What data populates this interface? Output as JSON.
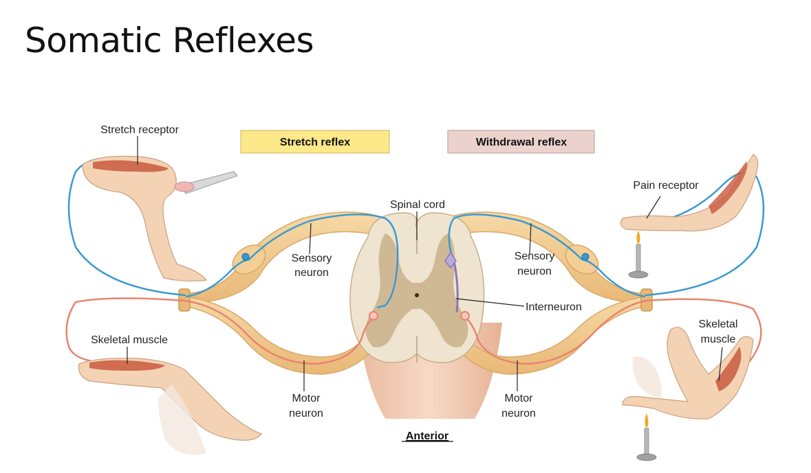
{
  "slide": {
    "title": "Somatic Reflexes"
  },
  "legend": {
    "stretch_reflex": "Stretch reflex",
    "withdrawal_reflex": "Withdrawal reflex",
    "stretch_color": "#fde88a",
    "withdrawal_color": "#ecd2cc"
  },
  "labels": {
    "stretch_receptor": "Stretch receptor",
    "pain_receptor": "Pain receptor",
    "spinal_cord": "Spinal cord",
    "sensory_neuron_left_1": "Sensory",
    "sensory_neuron_left_2": "neuron",
    "sensory_neuron_right_1": "Sensory",
    "sensory_neuron_right_2": "neuron",
    "interneuron": "Interneuron",
    "skeletal_muscle_left": "Skeletal muscle",
    "skeletal_muscle_right_1": "Skeletal",
    "skeletal_muscle_right_2": "muscle",
    "motor_neuron_left_1": "Motor",
    "motor_neuron_left_2": "neuron",
    "motor_neuron_right_1": "Motor",
    "motor_neuron_right_2": "neuron",
    "anterior": "Anterior"
  },
  "colors": {
    "sensory": "#3a9ad0",
    "motor": "#e8846f",
    "interneuron": "#8a78b8",
    "nerve": "#f0c98a",
    "nerve_edge": "#d9a866",
    "cord_white": "#efe4cf",
    "cord_gray": "#c9b18a",
    "skin": "#f4d2b4",
    "muscle": "#c85a40"
  }
}
